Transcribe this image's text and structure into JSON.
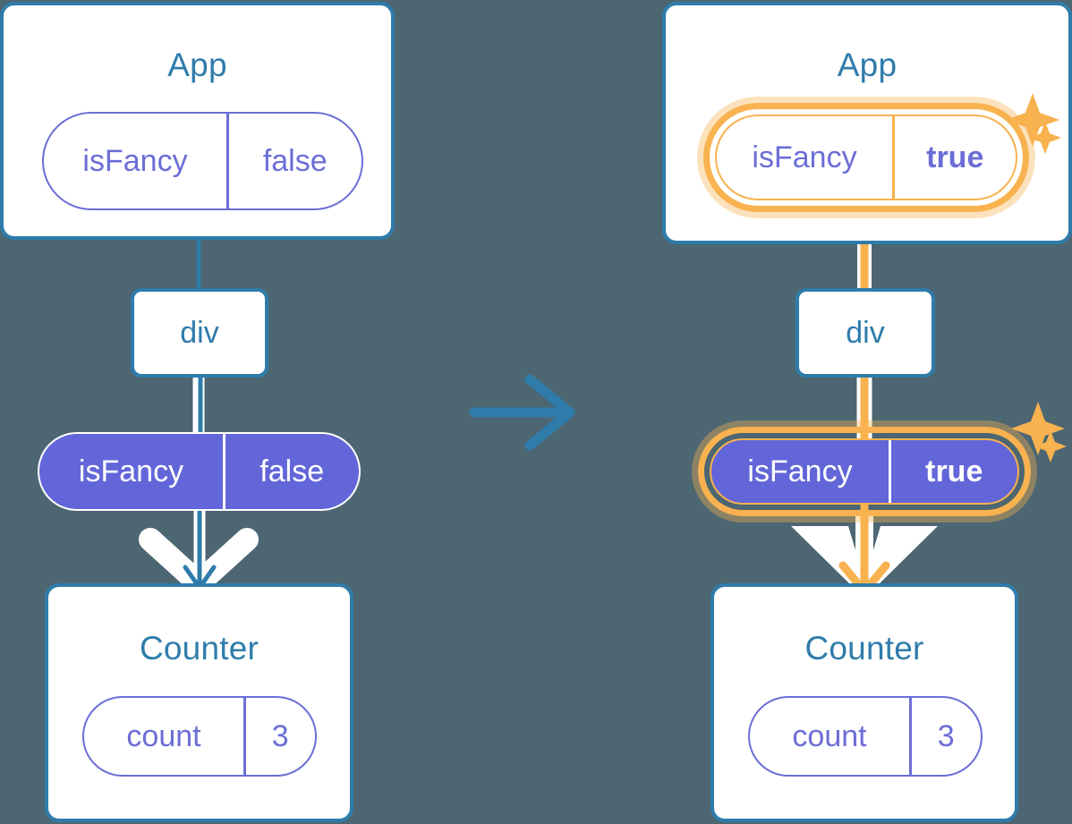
{
  "diagram": {
    "title": "React state update propagation diagram",
    "background_color": "#4c6672",
    "accent_blue": "#2f7cab",
    "accent_purple": "#6366d8",
    "accent_orange": "#f8b24f",
    "transition_arrow": "arrow-right-icon"
  },
  "before": {
    "app": {
      "title": "App",
      "state": {
        "key": "isFancy",
        "value": "false"
      }
    },
    "div": {
      "label": "div"
    },
    "props_pill": {
      "key": "isFancy",
      "value": "false"
    },
    "counter": {
      "title": "Counter",
      "state": {
        "key": "count",
        "value": "3"
      }
    }
  },
  "after": {
    "app": {
      "title": "App",
      "state": {
        "key": "isFancy",
        "value": "true"
      }
    },
    "div": {
      "label": "div"
    },
    "props_pill": {
      "key": "isFancy",
      "value": "true"
    },
    "counter": {
      "title": "Counter",
      "state": {
        "key": "count",
        "value": "3"
      }
    },
    "sparkles": [
      "sparkle-large-icon",
      "sparkle-small-icon"
    ]
  }
}
